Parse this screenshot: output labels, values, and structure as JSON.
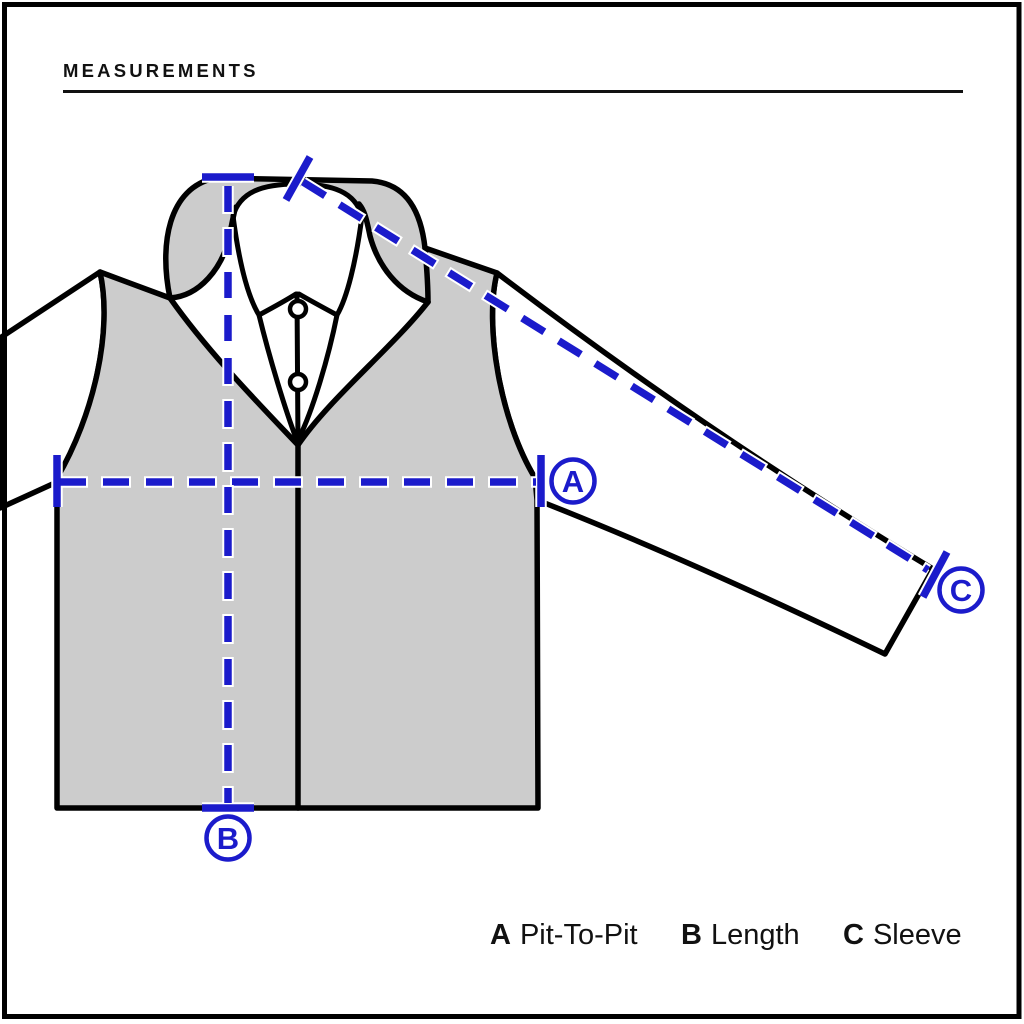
{
  "header": {
    "title": "MEASUREMENTS"
  },
  "diagram": {
    "description": "jacket measurement guide",
    "markers": {
      "a": "A",
      "b": "B",
      "c": "C"
    },
    "colors": {
      "measurement_blue": "#1b1bcb",
      "outline_black": "#000000",
      "jacket_gray": "#cccccc",
      "background": "#ffffff"
    }
  },
  "legend": {
    "items": [
      {
        "letter": "A",
        "label": "Pit-To-Pit"
      },
      {
        "letter": "B",
        "label": "Length"
      },
      {
        "letter": "C",
        "label": "Sleeve"
      }
    ]
  }
}
